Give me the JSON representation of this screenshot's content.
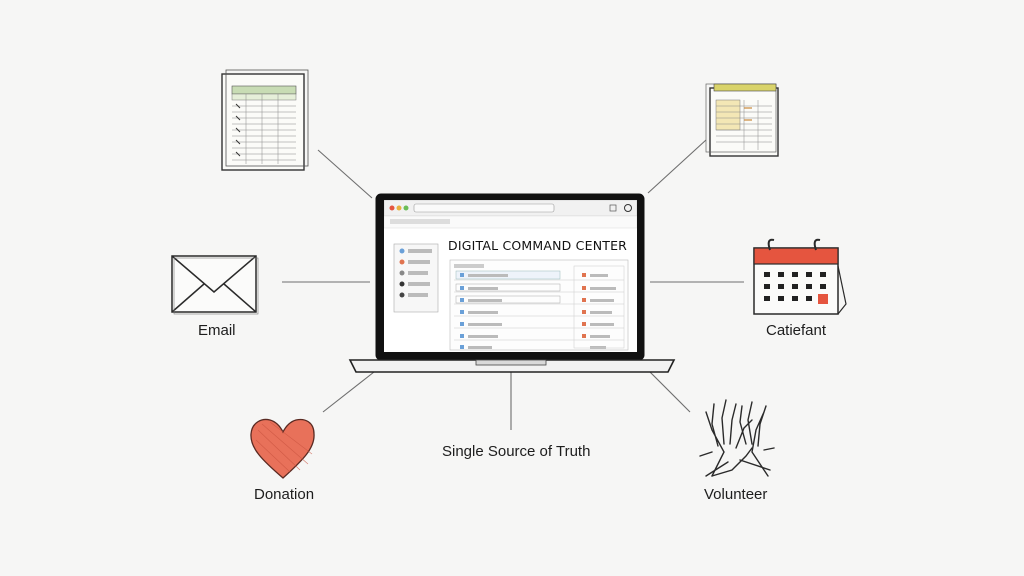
{
  "diagram": {
    "center_title": "DIGITAL COMMAND CENTER",
    "center_caption": "Single Source of Truth",
    "nodes": [
      {
        "id": "spreadsheet",
        "label": "",
        "icon": "spreadsheet-icon"
      },
      {
        "id": "report",
        "label": "",
        "icon": "report-document-icon"
      },
      {
        "id": "email",
        "label": "Email",
        "icon": "envelope-icon"
      },
      {
        "id": "calendar",
        "label": "Catiefant",
        "icon": "calendar-icon"
      },
      {
        "id": "donation",
        "label": "Donation",
        "icon": "heart-icon"
      },
      {
        "id": "volunteer",
        "label": "Volunteer",
        "icon": "raised-hands-icon"
      }
    ],
    "colors": {
      "heart": "#e8715a",
      "calendar_accent": "#e5553f",
      "spreadsheet_header": "#c8dcb4",
      "report_stripe": "#d9d36a",
      "ink": "#2a2a2a"
    }
  }
}
